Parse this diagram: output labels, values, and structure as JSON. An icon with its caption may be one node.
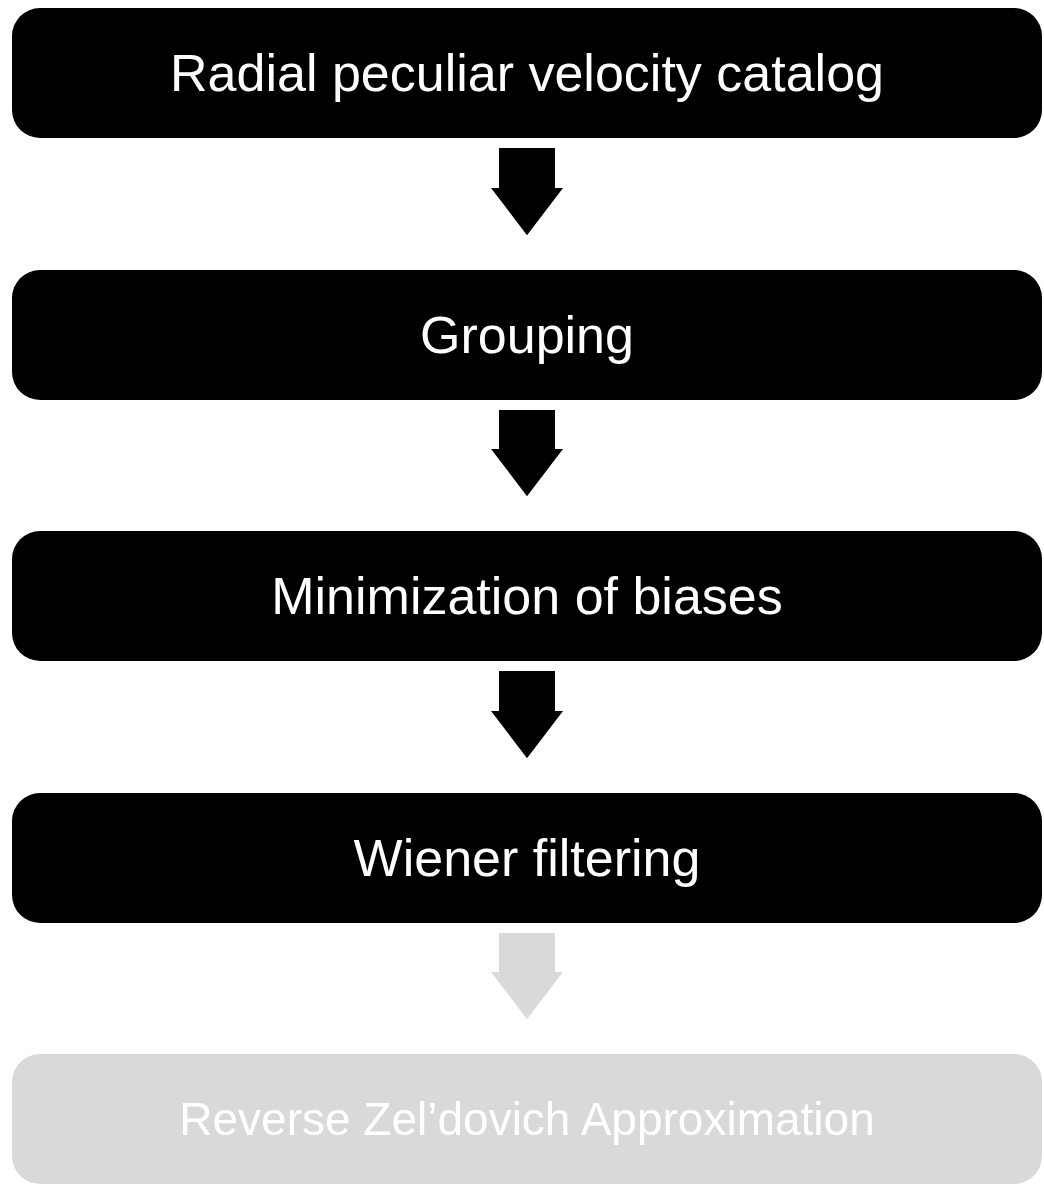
{
  "diagram": {
    "nodes": [
      {
        "text": [
          "Radial peculiar velocity catalog"
        ]
      },
      {
        "text": [
          "Grouping"
        ]
      },
      {
        "text": [
          "Minimization of biases"
        ]
      },
      {
        "text": [
          "Wiener filtering"
        ]
      },
      {
        "text": [
          "Reverse Zel’dovich Approximation"
        ]
      }
    ],
    "edges": [
      {
        "from": 0,
        "to": 1,
        "arrow": "to"
      },
      {
        "from": 1,
        "to": 2,
        "arrow": "to"
      },
      {
        "from": 2,
        "to": 3,
        "arrow": "to"
      },
      {
        "from": 3,
        "to": 4,
        "arrow": "to",
        "color": "#d9d9d9"
      }
    ]
  }
}
